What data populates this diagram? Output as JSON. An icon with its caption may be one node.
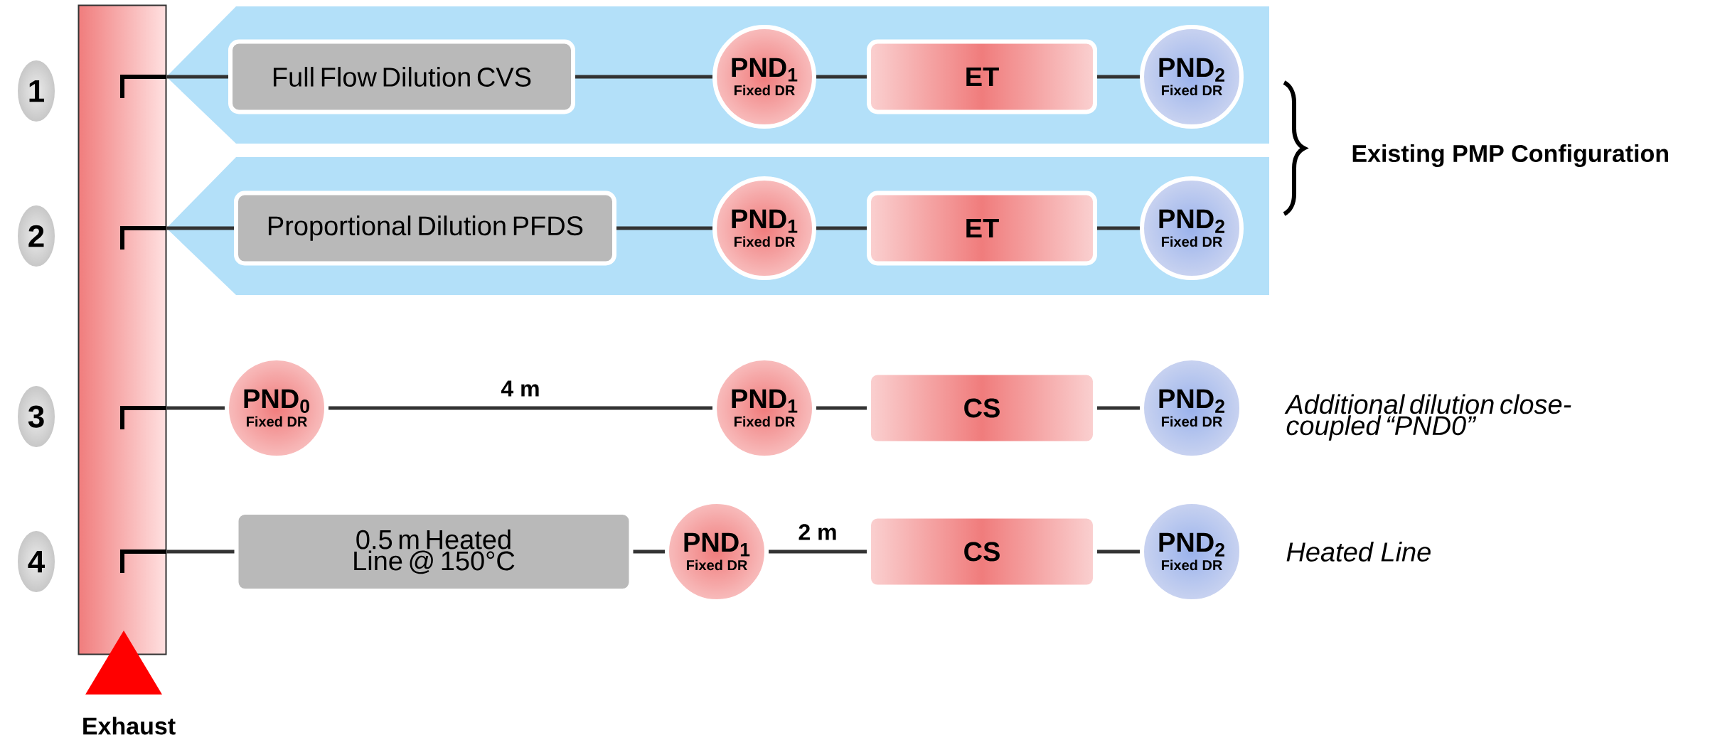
{
  "diagram": {
    "nodes": [
      {
        "text": [
          "1"
        ]
      },
      {
        "text": [
          "Exhaust"
        ]
      },
      {
        "text": [],
        "shape": "band"
      },
      {
        "text": [
          "Full Flow Dilution CVS"
        ],
        "in": 2
      },
      {
        "text": [
          "PND$_{1}$",
          "Fixed DR"
        ],
        "in": 2
      },
      {
        "text": [
          "ET"
        ],
        "in": 2
      },
      {
        "text": [
          "PND$_{2}$",
          "Fixed DR"
        ],
        "in": 2
      },
      {
        "text": [
          "2"
        ]
      },
      {
        "text": [],
        "shape": "band"
      },
      {
        "text": [
          "Proportional Dilution PFDS"
        ],
        "in": 8
      },
      {
        "text": [
          "PND$_{1}$",
          "Fixed DR"
        ],
        "in": 8
      },
      {
        "text": [
          "ET"
        ],
        "in": 8
      },
      {
        "text": [
          "PND$_{2}$",
          "Fixed DR"
        ],
        "in": 8
      },
      {
        "text": [
          "3"
        ]
      },
      {
        "text": [
          "PND$_{0}$",
          "Fixed DR"
        ]
      },
      {
        "text": [
          "PND$_{1}$",
          "Fixed DR"
        ]
      },
      {
        "text": [
          "CS"
        ]
      },
      {
        "text": [
          "PND$_{2}$",
          "Fixed DR"
        ]
      },
      {
        "text": [
          "4"
        ]
      },
      {
        "text": [
          "0.5 m Heated Line @ 150°C"
        ]
      },
      {
        "text": [
          "PND$_{1}$",
          "Fixed DR"
        ]
      },
      {
        "text": [
          "CS"
        ]
      },
      {
        "text": [
          "PND$_{2}$",
          "Fixed DR"
        ]
      }
    ],
    "edges": [
      {
        "from": 1,
        "to": 3,
        "arrow": "none"
      },
      {
        "from": 3,
        "to": 4,
        "arrow": "none"
      },
      {
        "from": 4,
        "to": 5,
        "arrow": "none"
      },
      {
        "from": 5,
        "to": 6,
        "arrow": "none"
      },
      {
        "from": 1,
        "to": 9,
        "arrow": "none"
      },
      {
        "from": 9,
        "to": 10,
        "arrow": "none"
      },
      {
        "from": 10,
        "to": 11,
        "arrow": "none"
      },
      {
        "from": 11,
        "to": 12,
        "arrow": "none"
      },
      {
        "from": 1,
        "to": 14,
        "arrow": "none"
      },
      {
        "from": 14,
        "to": 15,
        "label": "4 m",
        "arrow": "none"
      },
      {
        "from": 15,
        "to": 16,
        "arrow": "none"
      },
      {
        "from": 16,
        "to": 17,
        "arrow": "none"
      },
      {
        "from": 1,
        "to": 19,
        "arrow": "none"
      },
      {
        "from": 19,
        "to": 20,
        "arrow": "none"
      },
      {
        "from": 20,
        "to": 21,
        "label": "2 m",
        "arrow": "none"
      },
      {
        "from": 21,
        "to": 22,
        "arrow": "none"
      }
    ],
    "labels": [
      "Existing PMP Configuration",
      "Additional dilution close-coupled “PND0”",
      "Heated Line"
    ]
  }
}
